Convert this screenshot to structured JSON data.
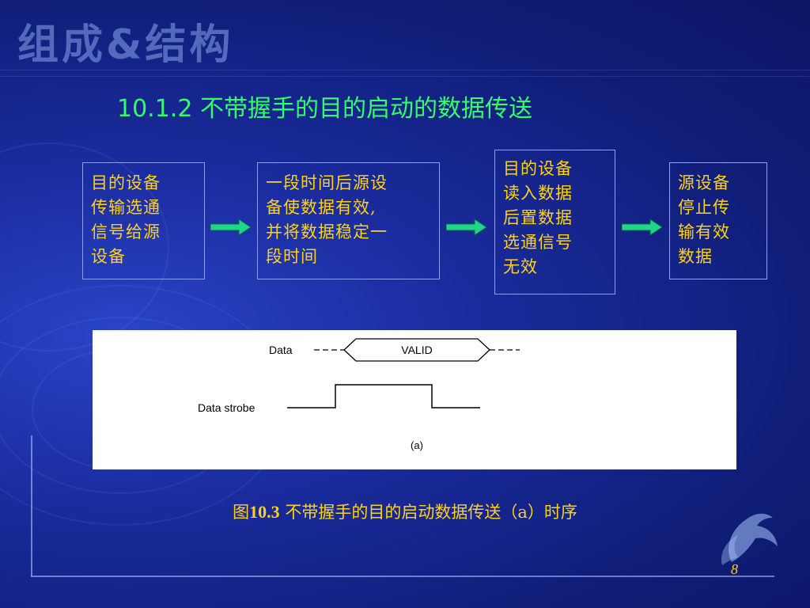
{
  "header": {
    "logo_text": "组成&结构"
  },
  "title": {
    "number": "10.1.2",
    "text": "不带握手的目的启动的数据传送"
  },
  "flow": {
    "steps": [
      {
        "lines": [
          "目的设备",
          "传输选通",
          "信号给源",
          "设备"
        ]
      },
      {
        "lines": [
          "一段时间后源设",
          "备使数据有效,",
          "并将数据稳定一",
          "段时间"
        ]
      },
      {
        "lines": [
          "目的设备",
          "读入数据",
          "后置数据",
          "选通信号",
          "无效"
        ]
      },
      {
        "lines": [
          "源设备",
          "停止传",
          "输有效",
          "数据"
        ]
      }
    ],
    "arrow_color": "#1fd68a"
  },
  "timing": {
    "data_label": "Data",
    "valid_label": "VALID",
    "strobe_label": "Data strobe",
    "sub_label": "(a)"
  },
  "caption": {
    "prefix": "图",
    "figure_num": "10.3",
    "text": " 不带握手的目的启动数据传送（a）时序"
  },
  "page_number": "8",
  "colors": {
    "title": "#33ff66",
    "body_text": "#ffd21a",
    "background": "#1a2c9e"
  }
}
